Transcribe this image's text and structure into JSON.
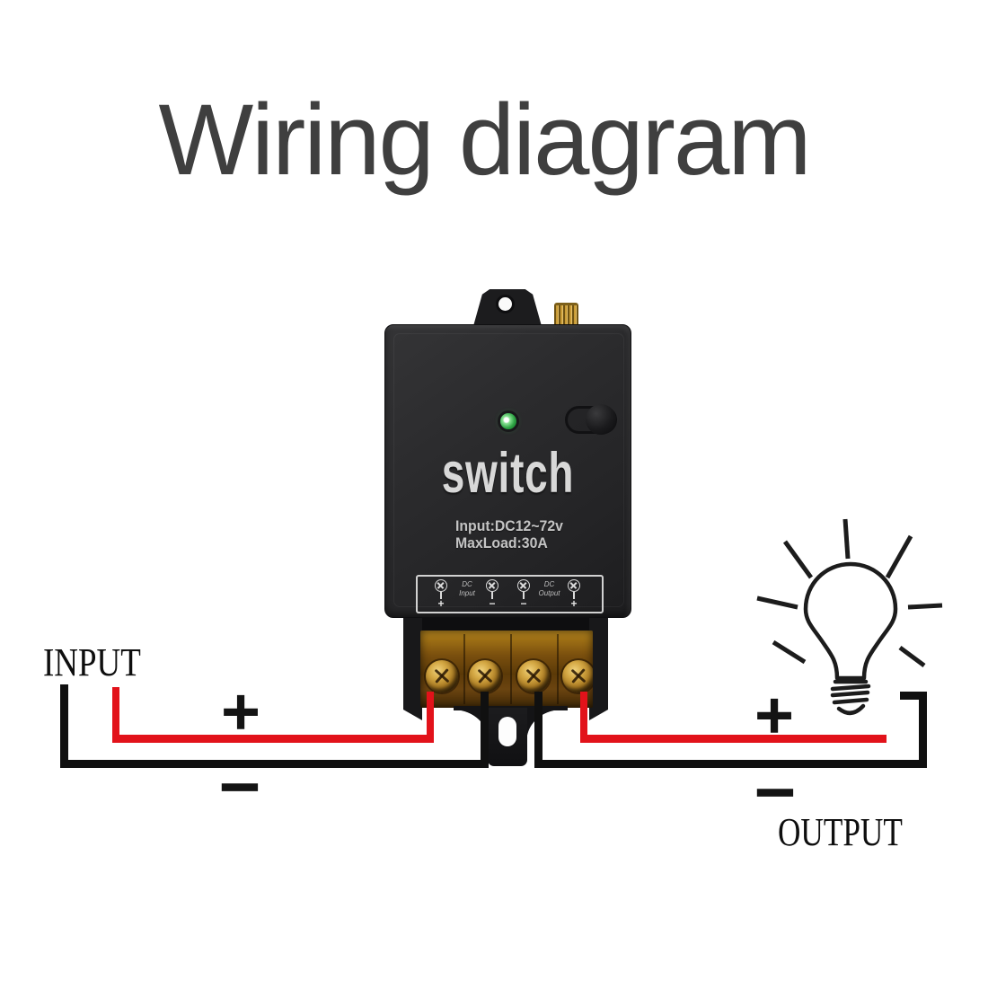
{
  "title": "Wiring diagram",
  "device": {
    "brand": "switch",
    "spec_line1": "Input:DC12~72v",
    "spec_line2": "MaxLoad:30A",
    "led_color": "#2fa843",
    "terminal_panel": {
      "terminals": [
        {
          "polarity": "+"
        },
        {
          "polarity": "−"
        },
        {
          "polarity": "−"
        },
        {
          "polarity": "+"
        }
      ],
      "dc_input": {
        "line1": "DC",
        "line2": "Input"
      },
      "dc_output": {
        "line1": "DC",
        "line2": "Output"
      }
    }
  },
  "wiring": {
    "input_label": "INPUT",
    "output_label": "OUTPUT",
    "input_plus": "+",
    "input_minus": "−",
    "output_plus": "+",
    "output_minus": "−",
    "positive_wire_color": "#e2121a",
    "negative_wire_color": "#101010"
  }
}
